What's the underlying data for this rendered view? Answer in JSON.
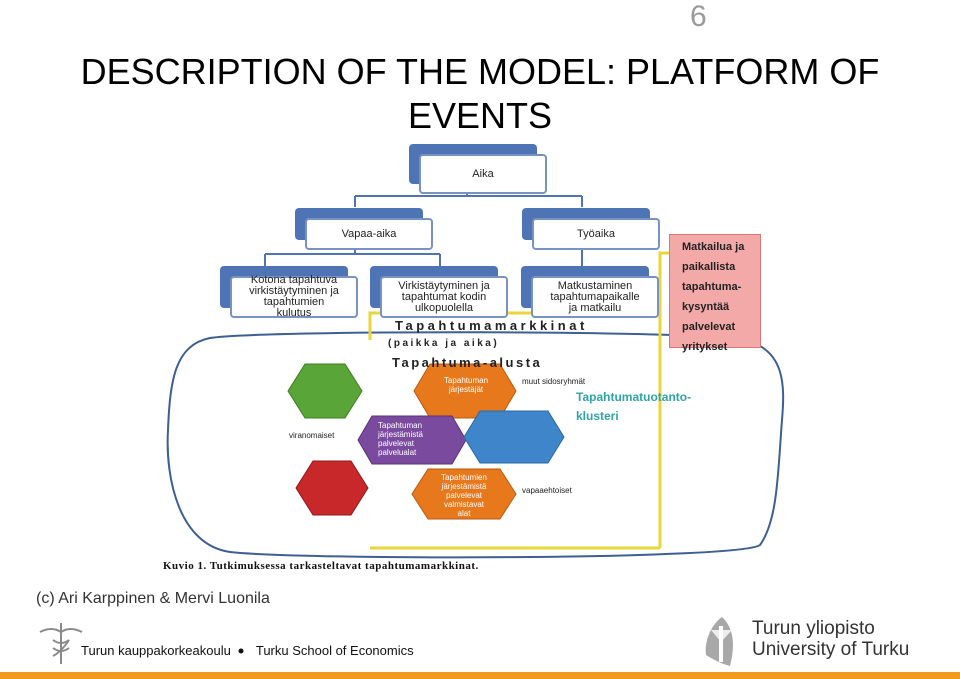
{
  "slide_number": "6",
  "title_lines": [
    "DESCRIPTION OF THE MODEL: PLATFORM OF",
    "EVENTS"
  ],
  "boxes": {
    "aika": "Aika",
    "vapaa_aika": "Vapaa-aika",
    "tyoaika": "Työaika",
    "kotona": [
      "Kotona tapahtuva",
      "virkistäytyminen ja",
      "tapahtumien",
      "kulutus"
    ],
    "virkistaytyminen": [
      "Virkistäytyminen ja",
      "tapahtumat kodin",
      "ulkopuolella"
    ],
    "matkustaminen": [
      "Matkustaminen",
      "tapahtumapaikalle",
      "ja matkailu"
    ]
  },
  "pink_box": [
    "Matkailua ja",
    "paikallista",
    "tapahtuma-",
    "kysyntää",
    "palvelevat",
    "yritykset"
  ],
  "labels": {
    "markkinat": "Tapahtumamarkkinat",
    "paikka_aika": "(paikka ja aika)",
    "alusta": "Tapahtuma-alusta",
    "muut": "muut sidosryhmät",
    "tuotanto1": "Tapahtumatuotanto-",
    "tuotanto2": "klusteri",
    "viranomaiset": "viranomaiset",
    "vapaaehtoiset": "vapaaehtoiset",
    "jarjestajat": [
      "Tapahtuman",
      "järjestäjät"
    ],
    "palvelualat": [
      "Tapahtuman",
      "järjestämistä",
      "palvelevat",
      "palvelualat"
    ],
    "valmistavat": [
      "Tapahtumien",
      "järjestämistä",
      "palvelevat",
      "valmistavat",
      "alat"
    ]
  },
  "colors": {
    "hex_green": "#5aa537",
    "hex_orange": "#e8781c",
    "hex_purple": "#7a4a9e",
    "hex_blue": "#3e86c9",
    "hex_red": "#c8282a",
    "highlight_yellow": "#ead53a",
    "box_blue": "#4f74b6",
    "pink": "#f4a9a9",
    "teal": "#2fa4a8",
    "footer_orange": "#f29a1e"
  },
  "caption": "Kuvio 1. Tutkimuksessa tarkasteltavat tapahtumamarkkinat.",
  "credit": "(c) Ari Karppinen & Mervi Luonila",
  "footer": {
    "school_fi": "Turun kauppakorkeakoulu",
    "school_en": "Turku School of Economics"
  },
  "university": [
    "Turun yliopisto",
    "University of Turku"
  ]
}
